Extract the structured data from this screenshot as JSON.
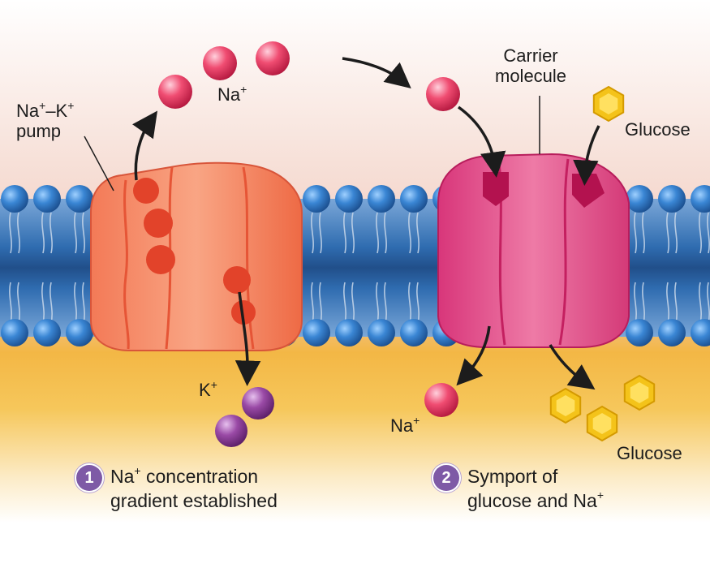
{
  "labels": {
    "pump_line1_a": "Na",
    "pump_line1_b": "–K",
    "pump_line2": "pump",
    "na_top": "Na",
    "carrier_line1": "Carrier",
    "carrier_line2": "molecule",
    "glucose_top": "Glucose",
    "k_bottom": "K",
    "na_bottom": "Na",
    "glucose_bottom": "Glucose",
    "plus": "+"
  },
  "steps": [
    {
      "number": "1",
      "line1_a": "Na",
      "line1_b": " concentration",
      "line2": "gradient established"
    },
    {
      "number": "2",
      "line1": "Symport of",
      "line2_a": "glucose and Na"
    }
  ],
  "colors": {
    "extracellular": "#f6e3dc",
    "cytoplasm": "#f3b93c",
    "membrane_blue": "#2f6cb0",
    "phospholipid_head": "#3a86d4",
    "pump": "#f4825f",
    "pump_dark": "#e04a2a",
    "carrier": "#e45287",
    "carrier_dark": "#c7205e",
    "sodium": "#e8395f",
    "potassium": "#8b3f94",
    "glucose": "#f4c31a",
    "step_badge": "#7e5aa6"
  }
}
